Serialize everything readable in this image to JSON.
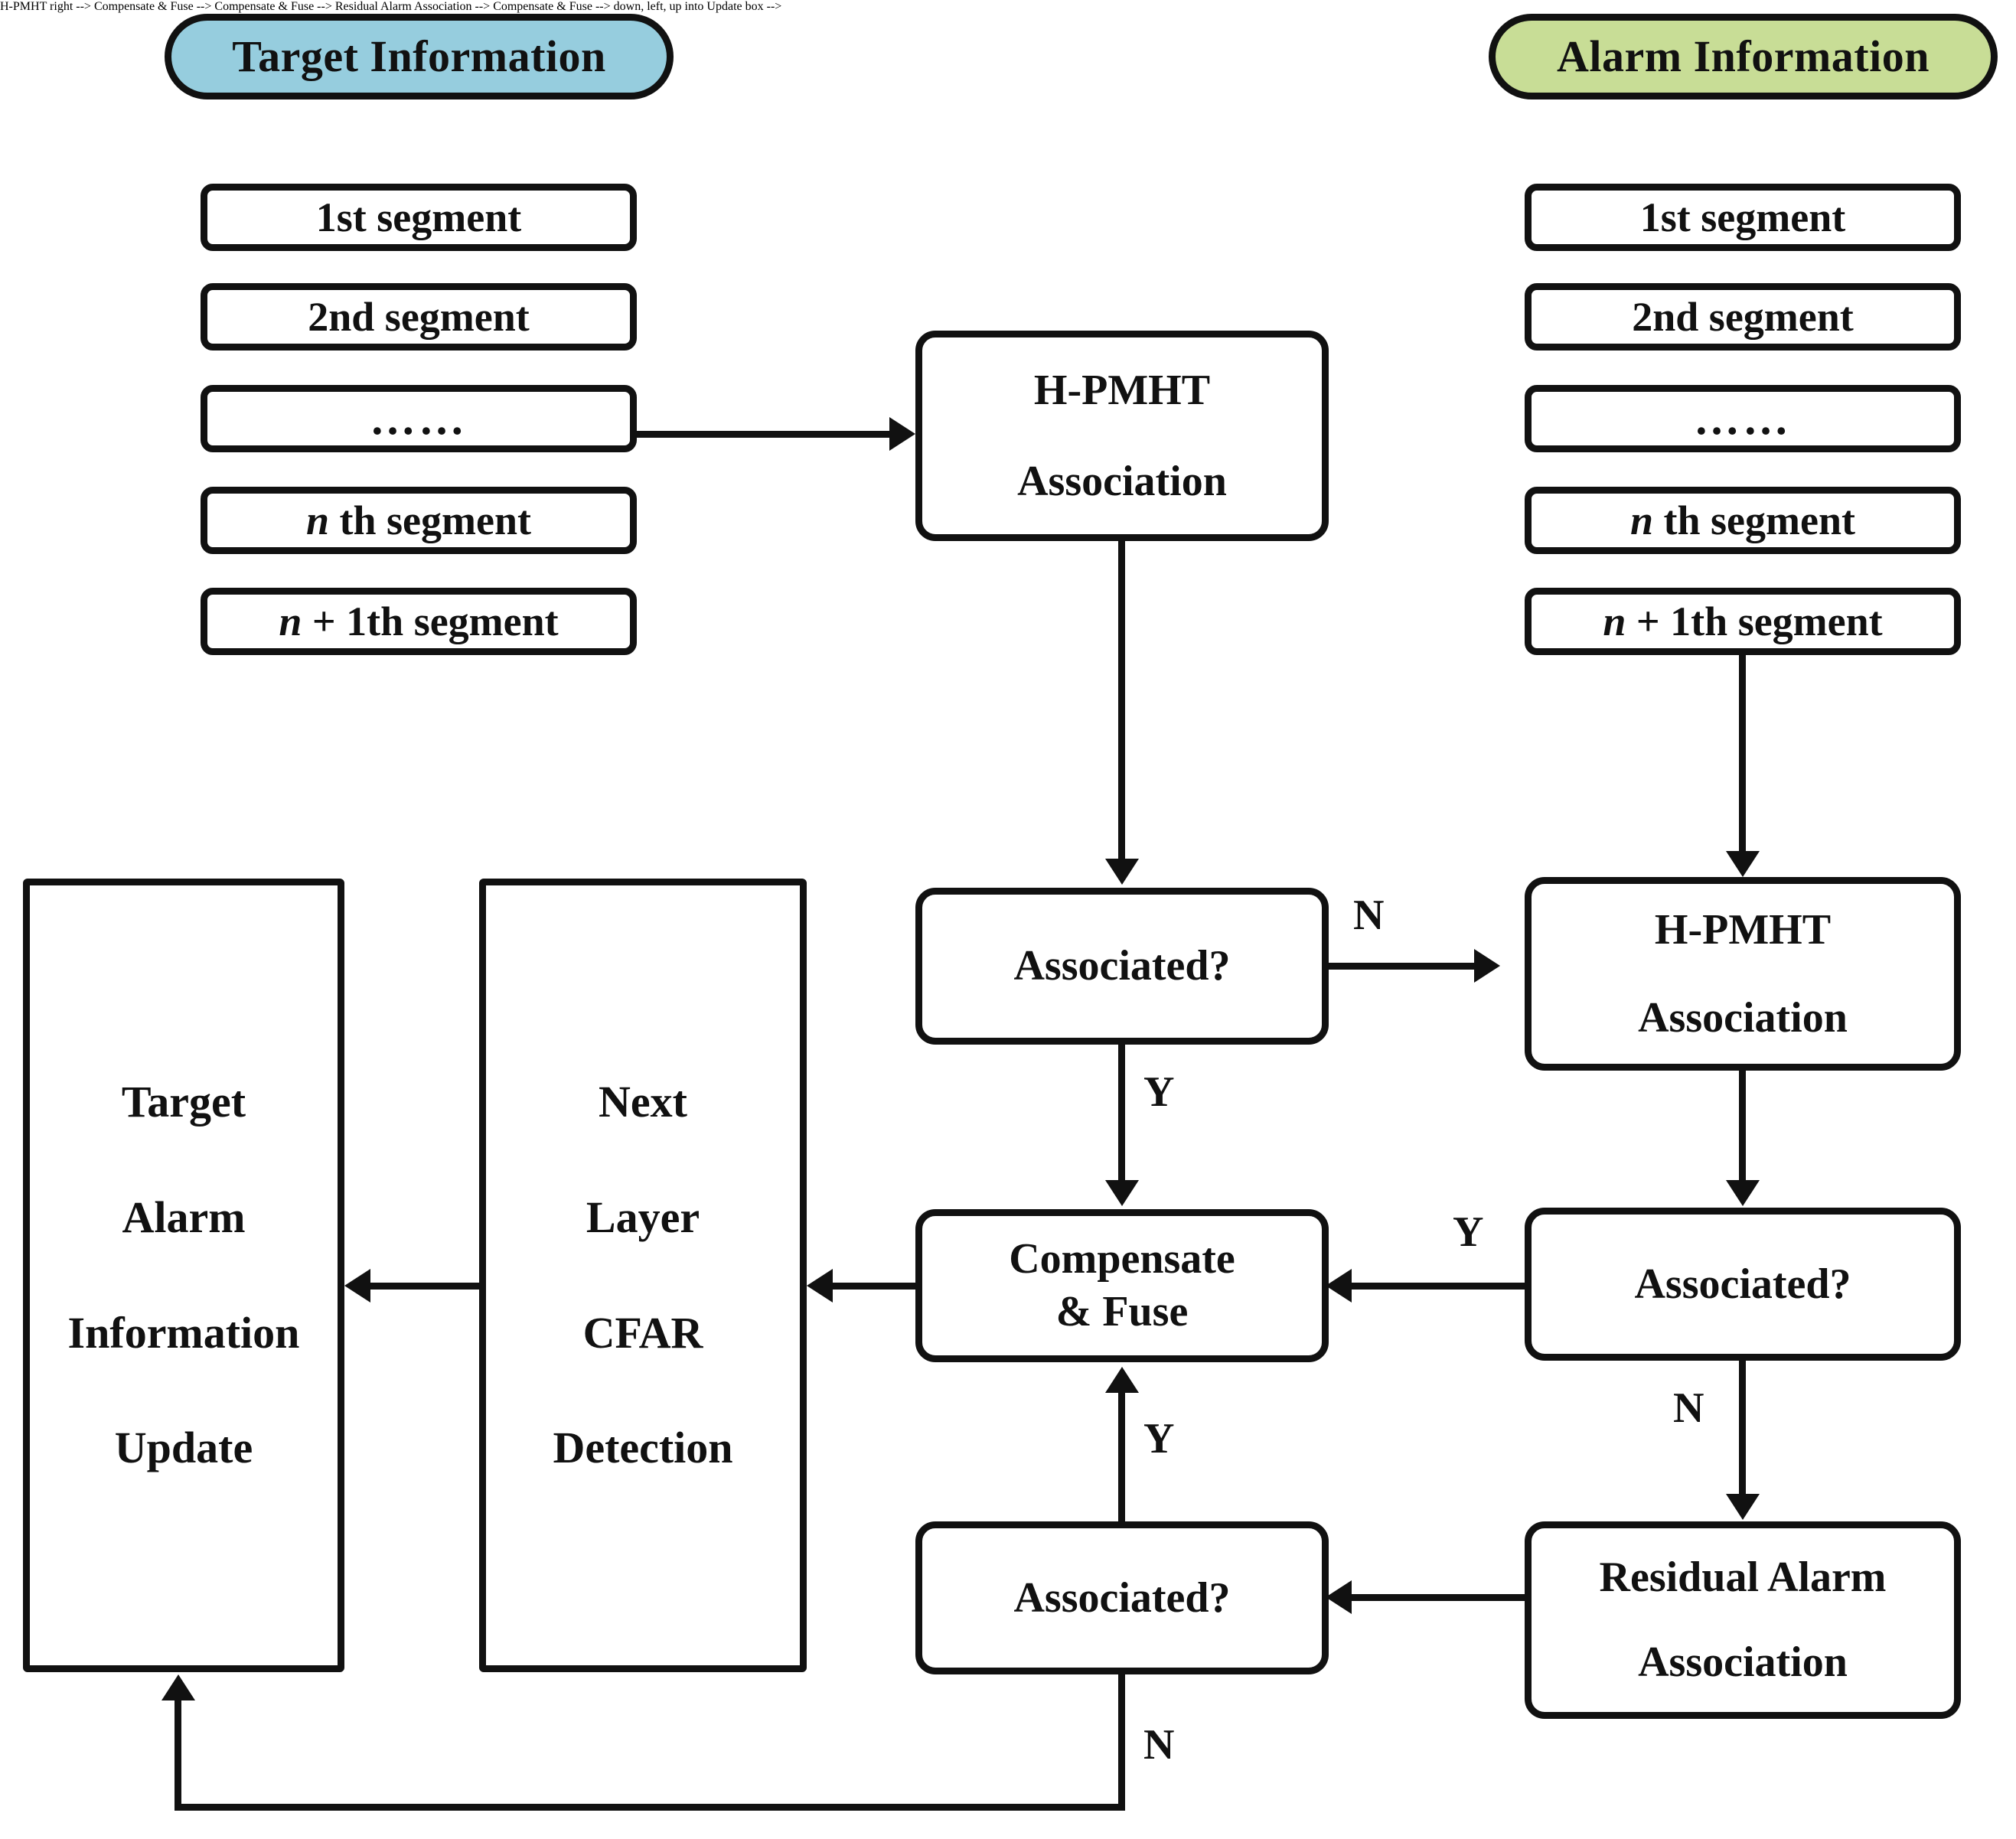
{
  "diagram": {
    "title": "H-PMHT target/alarm association and fusion flowchart",
    "colors": {
      "target_header_fill": "#96cdde",
      "alarm_header_fill": "#c8dd96",
      "stroke": "#111111",
      "box_fill": "#ffffff"
    },
    "left_column": {
      "header": "Target Information",
      "segments": [
        {
          "prefix": "",
          "italic": "",
          "text": "1st  segment"
        },
        {
          "prefix": "",
          "italic": "",
          "text": "2nd  segment"
        },
        {
          "prefix": "",
          "italic": "",
          "text": "……"
        },
        {
          "prefix": "",
          "italic": "n",
          "text": " th segment"
        },
        {
          "prefix": "",
          "italic": "n",
          "text": " + 1th segment"
        }
      ]
    },
    "right_column": {
      "header": "Alarm Information",
      "segments": [
        {
          "prefix": "",
          "italic": "",
          "text": "1st  segment"
        },
        {
          "prefix": "",
          "italic": "",
          "text": "2nd  segment"
        },
        {
          "prefix": "",
          "italic": "",
          "text": "……"
        },
        {
          "prefix": "",
          "italic": "n",
          "text": " th segment"
        },
        {
          "prefix": "",
          "italic": "n",
          "text": " + 1th segment"
        }
      ]
    },
    "nodes": {
      "hpmht_top": {
        "line1": "H-PMHT",
        "line2": "Association"
      },
      "assoc_mid": {
        "label": "Associated?"
      },
      "hpmht_right": {
        "line1": "H-PMHT",
        "line2": "Association"
      },
      "assoc_right": {
        "label": "Associated?"
      },
      "residual": {
        "line1": "Residual Alarm",
        "line2": "Association"
      },
      "assoc_bottom": {
        "label": "Associated?"
      },
      "compensate": {
        "line1": "Compensate",
        "line2": "& Fuse"
      },
      "next_layer": {
        "line1": "Next",
        "line2": "Layer",
        "line3": "CFAR",
        "line4": "Detection"
      },
      "update": {
        "line1": "Target",
        "line2": "Alarm",
        "line3": "Information",
        "line4": "Update"
      }
    },
    "edge_labels": {
      "assoc_mid_no": "N",
      "assoc_mid_yes": "Y",
      "assoc_right_yes": "Y",
      "assoc_right_no": "N",
      "assoc_bottom_yes": "Y",
      "assoc_bottom_no": "N"
    }
  }
}
